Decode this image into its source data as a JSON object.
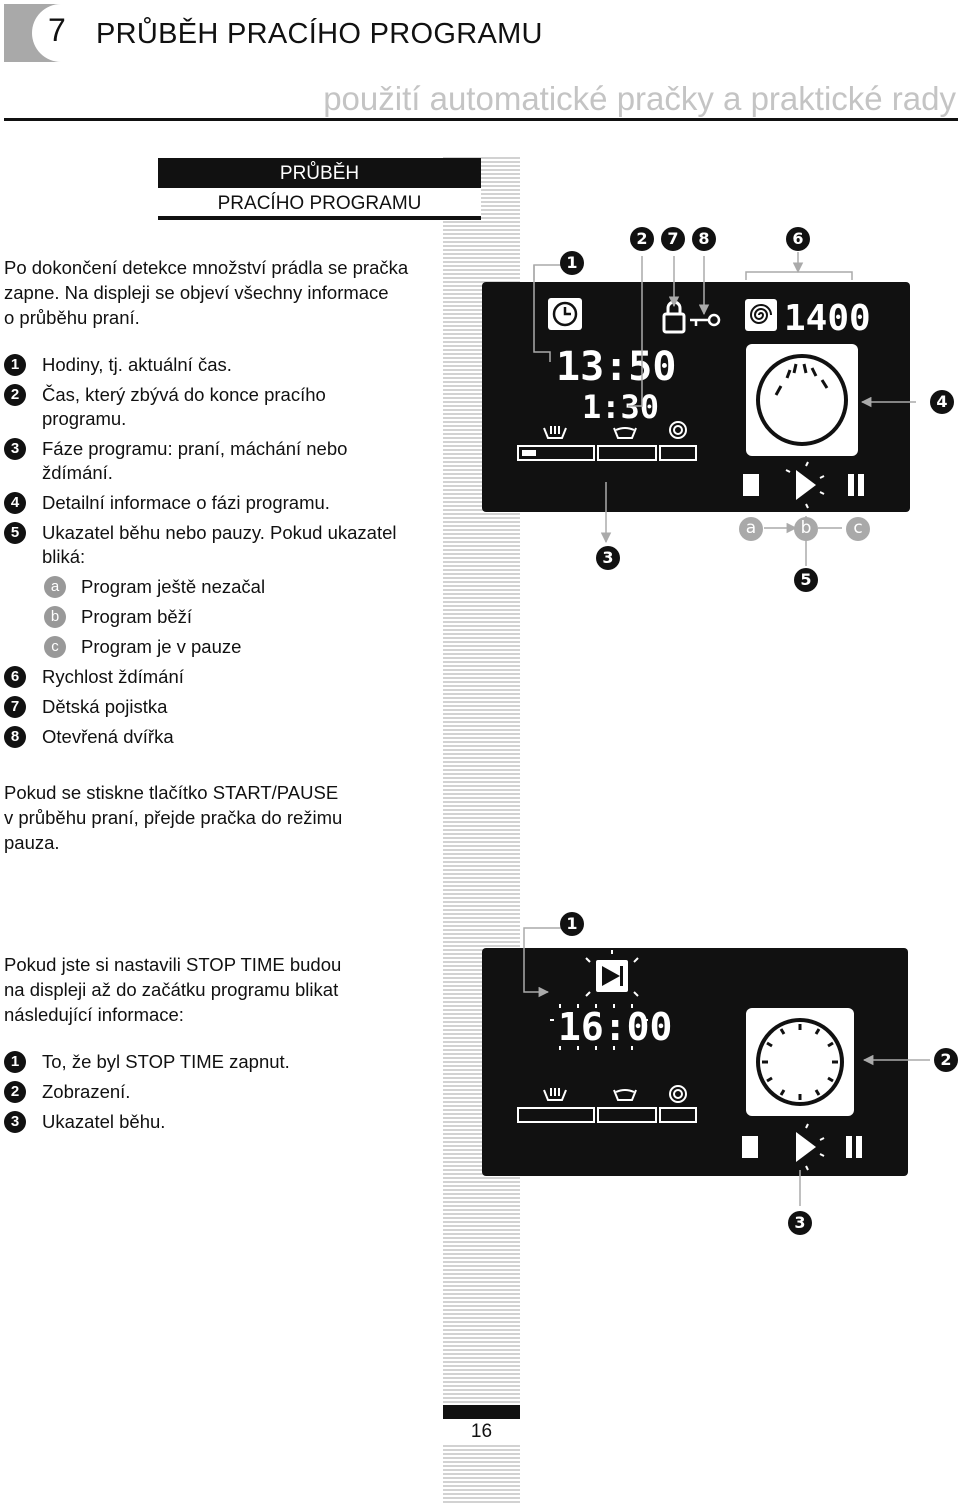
{
  "header": {
    "chapter_number": "7",
    "chapter_title": "PRŮBĚH PRACÍHO PROGRAMU",
    "subtitle": "použití automatické pračky a praktické rady"
  },
  "section": {
    "title_line1": "PRŮBĚH",
    "title_line2": "PRACÍHO PROGRAMU"
  },
  "intro": {
    "line1": "Po dokončení detekce množství prádla se pračka",
    "line2": "zapne. Na displeji se objeví všechny informace",
    "line3": "o průběhu praní."
  },
  "list1": [
    {
      "marker": "1",
      "line1": "Hodiny, tj. aktuální čas.",
      "line2": ""
    },
    {
      "marker": "2",
      "line1": "Čas, který zbývá do konce pracího",
      "line2": "programu."
    },
    {
      "marker": "3",
      "line1": "Fáze programu: praní, máchání nebo",
      "line2": "ždímání."
    },
    {
      "marker": "4",
      "line1": "Detailní informace o fázi programu.",
      "line2": ""
    },
    {
      "marker": "5",
      "line1": "Ukazatel běhu nebo pauzy. Pokud ukazatel",
      "line2": "bliká:"
    }
  ],
  "sublist": [
    {
      "marker": "a",
      "text": "Program ještě nezačal"
    },
    {
      "marker": "b",
      "text": "Program běží"
    },
    {
      "marker": "c",
      "text": "Program je v pauze"
    }
  ],
  "list1b": [
    {
      "marker": "6",
      "text": "Rychlost ždímání"
    },
    {
      "marker": "7",
      "text": "Dětská pojistka"
    },
    {
      "marker": "8",
      "text": "Otevřená dvířka"
    }
  ],
  "pause_note": {
    "line1": "Pokud se stiskne tlačítko START/PAUSE",
    "line2": "v průběhu praní, přejde pračka do režimu",
    "line3": "pauza."
  },
  "stop_time": {
    "line1": "Pokud jste si nastavili STOP TIME budou",
    "line2": "na displeji až do začátku programu blikat",
    "line3": "následující informace:"
  },
  "list2": [
    {
      "marker": "1",
      "text": "To, že byl STOP TIME zapnut."
    },
    {
      "marker": "2",
      "text": "Zobrazení."
    },
    {
      "marker": "3",
      "text": "Ukazatel běhu."
    }
  ],
  "display1": {
    "clock": "13:50",
    "remaining": "1:30",
    "spin": "1400",
    "callouts": [
      "1",
      "2",
      "7",
      "8",
      "6",
      "4",
      "3",
      "a",
      "b",
      "c",
      "5"
    ]
  },
  "display2": {
    "time": "16:00",
    "callouts": [
      "1",
      "2",
      "3"
    ]
  },
  "page": {
    "number": "16"
  },
  "colors": {
    "panel": "#111111",
    "stripe": "#d2d2d2",
    "subtitle": "#c4c4c4"
  }
}
